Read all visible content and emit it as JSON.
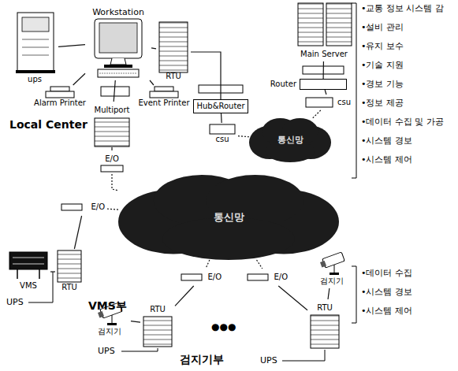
{
  "diagram": {
    "nodes": [
      {
        "text": [
          "ups"
        ]
      },
      {
        "text": [
          "Workstation"
        ]
      },
      {
        "text": [
          "RTU"
        ]
      },
      {
        "text": [
          "Main Server"
        ]
      },
      {
        "text": [
          "Alarm Printer"
        ]
      },
      {
        "text": [
          "Event Printer"
        ]
      },
      {
        "text": [
          "Router"
        ]
      },
      {
        "text": [
          "Hub&Router"
        ]
      },
      {
        "text": [
          "csu"
        ]
      },
      {
        "text": [
          "Multiport"
        ]
      },
      {
        "text": [
          "csu"
        ]
      },
      {
        "text": [
          "통신망"
        ]
      },
      {
        "text": [
          "E/O"
        ]
      },
      {
        "text": [
          "통신망"
        ]
      },
      {
        "text": [
          "E/O"
        ]
      },
      {
        "text": [
          "VMS"
        ]
      },
      {
        "text": [
          "RTU"
        ]
      },
      {
        "text": [
          "검지기"
        ]
      },
      {
        "text": [
          "E/O"
        ]
      },
      {
        "text": [
          "E/O"
        ]
      },
      {
        "text": [
          "RTU"
        ]
      },
      {
        "text": [
          "검지기"
        ]
      },
      {
        "text": [
          "RTU"
        ]
      }
    ],
    "edges": [
      {
        "from": 0,
        "to": 1,
        "arrow": "none"
      },
      {
        "from": 1,
        "to": 2,
        "arrow": "none"
      },
      {
        "from": 1,
        "to": 4,
        "arrow": "none"
      },
      {
        "from": 1,
        "to": 5,
        "arrow": "none"
      },
      {
        "from": 1,
        "to": 9,
        "arrow": "none"
      },
      {
        "from": 2,
        "to": 7,
        "arrow": "none"
      },
      {
        "from": 3,
        "to": 6,
        "arrow": "none"
      },
      {
        "from": 6,
        "to": 8,
        "arrow": "none"
      },
      {
        "from": 7,
        "to": 10,
        "arrow": "none"
      },
      {
        "from": 10,
        "to": 11,
        "arrow": "none"
      },
      {
        "from": 8,
        "to": 11,
        "arrow": "none"
      },
      {
        "from": 9,
        "to": 12,
        "arrow": "none"
      },
      {
        "from": 12,
        "to": 13,
        "arrow": "none"
      },
      {
        "from": 13,
        "to": 14,
        "arrow": "none"
      },
      {
        "from": 13,
        "to": 18,
        "arrow": "none"
      },
      {
        "from": 13,
        "to": 19,
        "arrow": "none"
      },
      {
        "from": 14,
        "to": 16,
        "arrow": "none"
      },
      {
        "from": 15,
        "to": 16,
        "arrow": "none"
      },
      {
        "from": 18,
        "to": 22,
        "arrow": "none"
      },
      {
        "from": 21,
        "to": 22,
        "arrow": "none"
      },
      {
        "from": 19,
        "to": 20,
        "arrow": "none"
      },
      {
        "from": 17,
        "to": 20,
        "arrow": "none"
      }
    ],
    "labels": [
      "•교통 정보 시스템 감",
      "•설비 관리",
      "•유지 보수",
      "•기술 지원",
      "•경보 기능",
      "•정보 제공",
      "•데이터 수집 및 가공",
      "•시스템 경보",
      "•시스템 제어",
      "Local Center",
      "•데이터 수집",
      "•시스템 경보",
      "•시스템 제어",
      "VMS부",
      "UPS",
      "●●●",
      "UPS",
      "검지기부",
      "UPS"
    ]
  }
}
